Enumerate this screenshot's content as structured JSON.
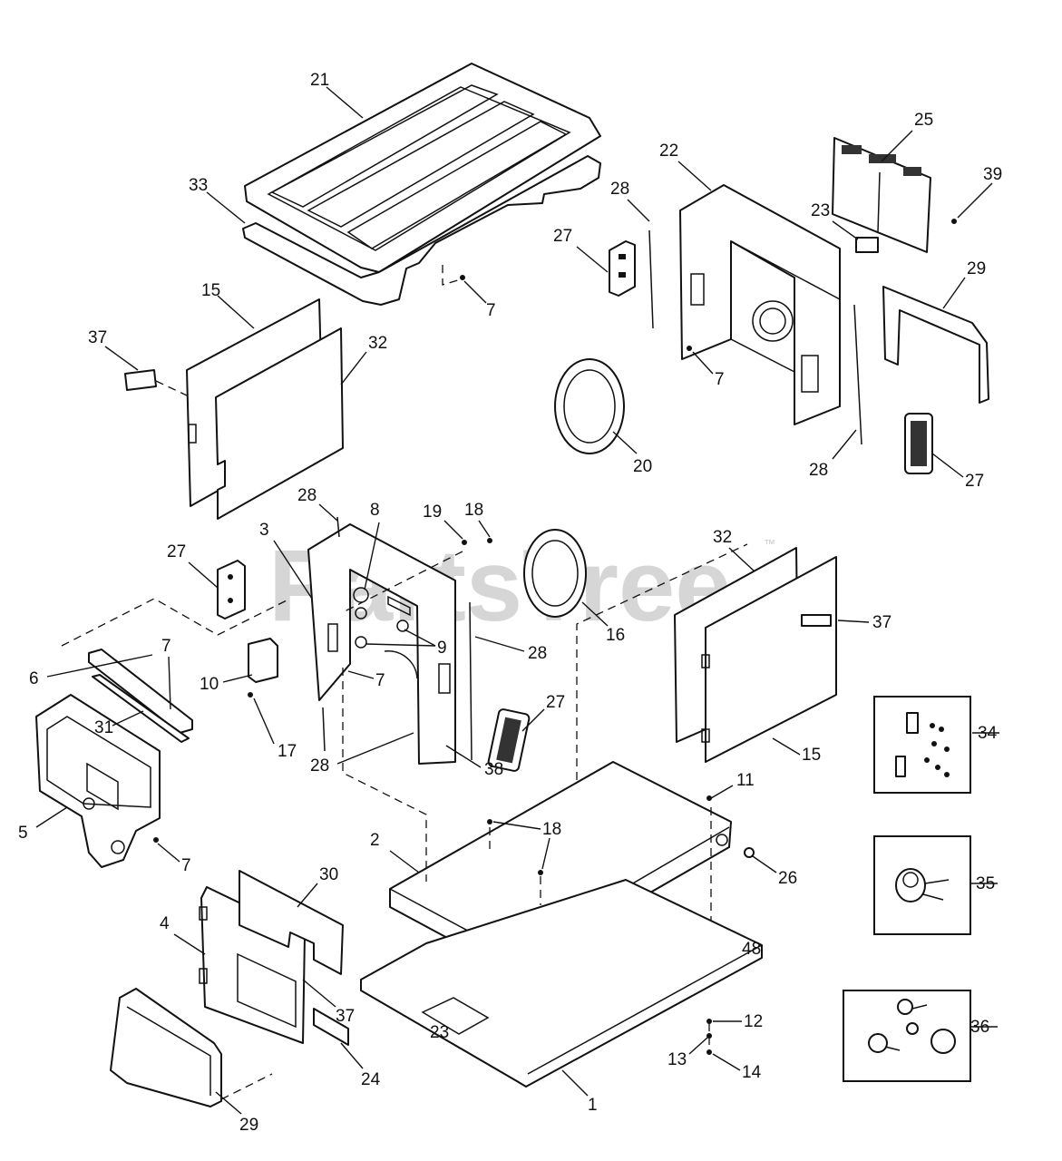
{
  "watermark": {
    "text": "PartsTree",
    "mark": "™"
  },
  "callouts": {
    "c1": "1",
    "c2": "2",
    "c3": "3",
    "c4": "4",
    "c5": "5",
    "c6": "6",
    "c7a": "7",
    "c7b": "7",
    "c7c": "7",
    "c7d": "7",
    "c7e": "7",
    "c8": "8",
    "c9": "9",
    "c10": "10",
    "c11": "11",
    "c12": "12",
    "c13": "13",
    "c14": "14",
    "c15a": "15",
    "c15b": "15",
    "c16": "16",
    "c17": "17",
    "c18a": "18",
    "c18b": "18",
    "c19": "19",
    "c20": "20",
    "c21": "21",
    "c22": "22",
    "c23": "23",
    "c24": "24",
    "c25": "25",
    "c26": "26",
    "c27a": "27",
    "c27b": "27",
    "c27c": "27",
    "c27d": "27",
    "c28a": "28",
    "c28b": "28",
    "c28c": "28",
    "c28d": "28",
    "c28e": "28",
    "c29a": "29",
    "c29b": "29",
    "c30": "30",
    "c31": "31",
    "c32a": "32",
    "c32b": "32",
    "c33": "33",
    "c34": "34",
    "c35": "35",
    "c36": "36",
    "c37a": "37",
    "c37b": "37",
    "c37c": "37",
    "c38": "38",
    "c39": "39"
  },
  "base_markings": {
    "left": "23",
    "right": "48"
  }
}
